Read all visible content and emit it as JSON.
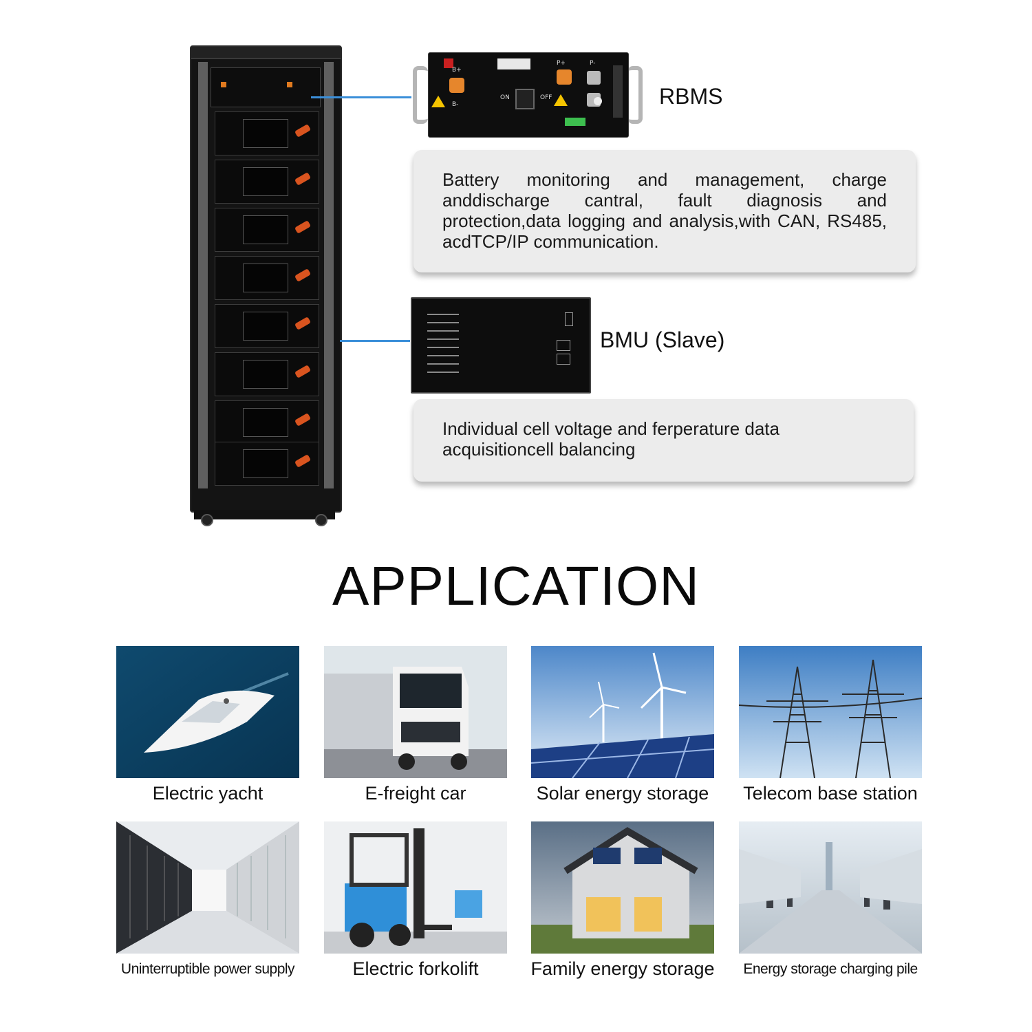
{
  "rbms": {
    "label": "RBMS",
    "description": "Battery monitoring and management, charge anddischarge cantral, fault diagnosis and protection,data logging and analysis,with CAN, RS485, acdTCP/IP communication.",
    "panel_text": {
      "on": "ON",
      "off": "OFF",
      "b_plus": "B+",
      "b_minus": "B-",
      "p_plus": "P+",
      "p_minus": "P-"
    }
  },
  "bmu": {
    "label": "BMU (Slave)",
    "description": "Individual cell voltage and ferperature data acquisitioncell balancing"
  },
  "application": {
    "title": "APPLICATION",
    "items": [
      {
        "caption": "Electric yacht",
        "icon": "yacht-photo"
      },
      {
        "caption": "E-freight car",
        "icon": "truck-photo"
      },
      {
        "caption": "Solar energy storage",
        "icon": "solar-wind-photo"
      },
      {
        "caption": "Telecom base station",
        "icon": "power-tower-photo"
      },
      {
        "caption": "Uninterruptible power supply",
        "icon": "server-room-photo"
      },
      {
        "caption": "Electric forkolift",
        "icon": "forklift-photo"
      },
      {
        "caption": "Family energy storage",
        "icon": "house-photo"
      },
      {
        "caption": "Energy storage charging pile",
        "icon": "charging-pile-photo"
      }
    ]
  },
  "colors": {
    "connector": "#3b8fd9",
    "info_box": "#ececec",
    "accent_orange": "#e6862c"
  }
}
